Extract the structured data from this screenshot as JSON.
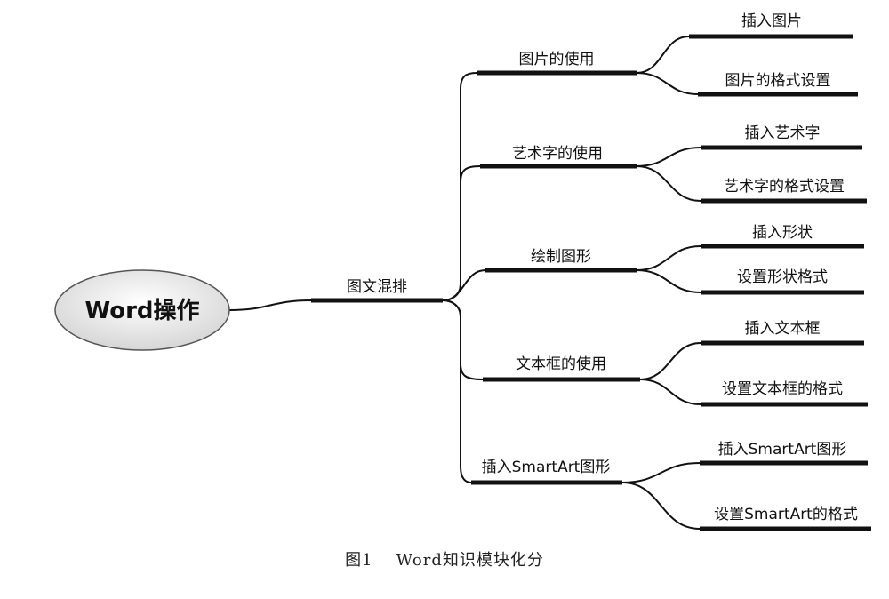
{
  "root": {
    "label": "Word操作"
  },
  "topic": {
    "label": "图文混排"
  },
  "branches": [
    {
      "label": "图片的使用",
      "children": [
        "插入图片",
        "图片的格式设置"
      ]
    },
    {
      "label": "艺术字的使用",
      "children": [
        "插入艺术字",
        "艺术字的格式设置"
      ]
    },
    {
      "label": "绘制图形",
      "children": [
        "插入形状",
        "设置形状格式"
      ]
    },
    {
      "label": "文本框的使用",
      "children": [
        "插入文本框",
        "设置文本框的格式"
      ]
    },
    {
      "label": "插入SmartArt图形",
      "children": [
        "插入SmartArt图形",
        "设置SmartArt的格式"
      ]
    }
  ],
  "caption": {
    "number": "图1",
    "text": "Word知识模块化分"
  }
}
